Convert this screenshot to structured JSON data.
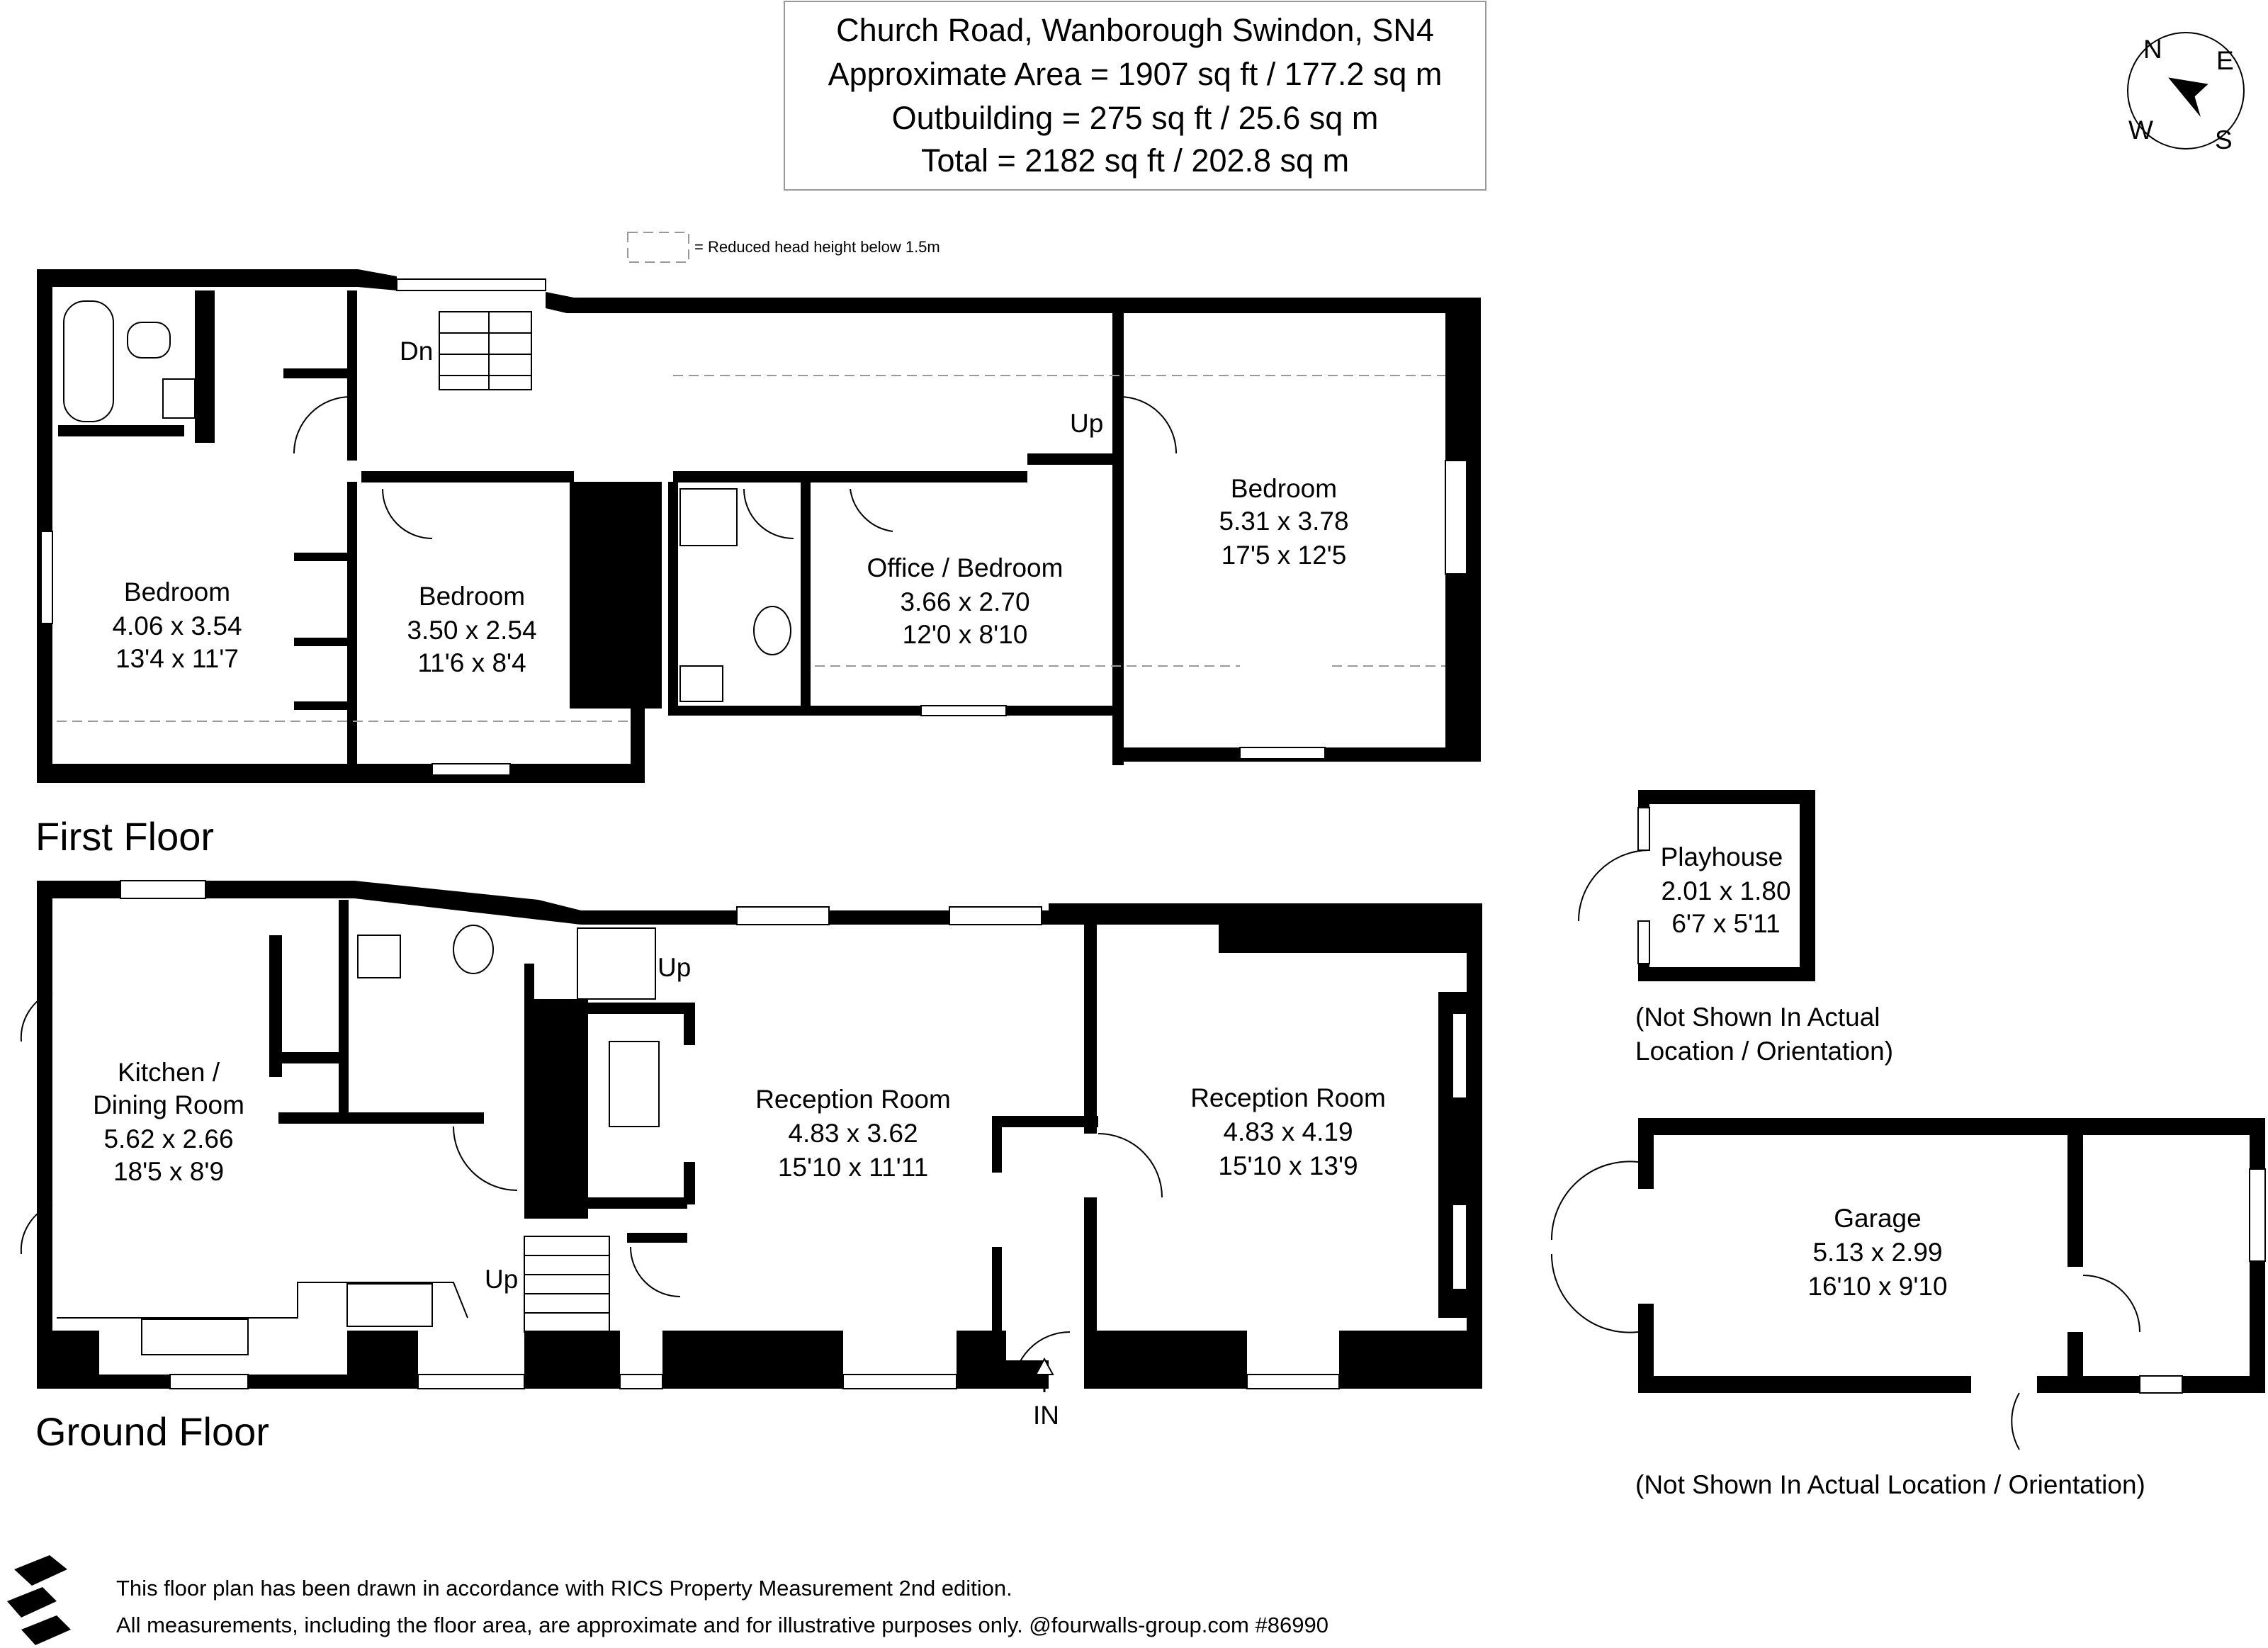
{
  "header": {
    "line1": "Church Road, Wanborough Swindon, SN4",
    "line2": "Approximate Area = 1907 sq ft / 177.2 sq m",
    "line3": "Outbuilding = 275 sq ft / 25.6 sq m",
    "line4": "Total = 2182 sq ft / 202.8 sq m"
  },
  "legend": {
    "reduced_head_height": "= Reduced head height below 1.5m"
  },
  "compass": {
    "n": "N",
    "e": "E",
    "s": "S",
    "w": "W"
  },
  "floors": {
    "first": "First Floor",
    "ground": "Ground Floor"
  },
  "first_floor": {
    "bedroom1": {
      "name": "Bedroom",
      "metric": "4.06 x 3.54",
      "imperial": "13'4 x 11'7"
    },
    "bedroom2": {
      "name": "Bedroom",
      "metric": "3.50 x 2.54",
      "imperial": "11'6 x 8'4"
    },
    "office": {
      "name": "Office / Bedroom",
      "metric": "3.66 x 2.70",
      "imperial": "12'0 x 8'10"
    },
    "bedroom3": {
      "name": "Bedroom",
      "metric": "5.31 x 3.78",
      "imperial": "17'5 x 12'5"
    },
    "dn": "Dn",
    "up": "Up"
  },
  "ground_floor": {
    "kitchen": {
      "name1": "Kitchen /",
      "name2": "Dining Room",
      "metric": "5.62 x 2.66",
      "imperial": "18'5 x 8'9"
    },
    "reception1": {
      "name": "Reception Room",
      "metric": "4.83 x 3.62",
      "imperial": "15'10 x 11'11"
    },
    "reception2": {
      "name": "Reception Room",
      "metric": "4.83 x 4.19",
      "imperial": "15'10 x 13'9"
    },
    "up1": "Up",
    "up2": "Up",
    "in": "IN"
  },
  "outbuildings": {
    "playhouse": {
      "name": "Playhouse",
      "metric": "2.01 x 1.80",
      "imperial": "6'7 x 5'11"
    },
    "playhouse_note1": "(Not Shown In Actual",
    "playhouse_note2": "Location / Orientation)",
    "garage": {
      "name": "Garage",
      "metric": "5.13 x 2.99",
      "imperial": "16'10 x 9'10"
    },
    "garage_note": "(Not Shown In Actual Location / Orientation)"
  },
  "footer": {
    "line1": "This floor plan has been drawn in accordance with RICS Property Measurement 2nd edition.",
    "line2": "All measurements, including the floor area, are approximate and for illustrative purposes only. @fourwalls-group.com #86990"
  }
}
